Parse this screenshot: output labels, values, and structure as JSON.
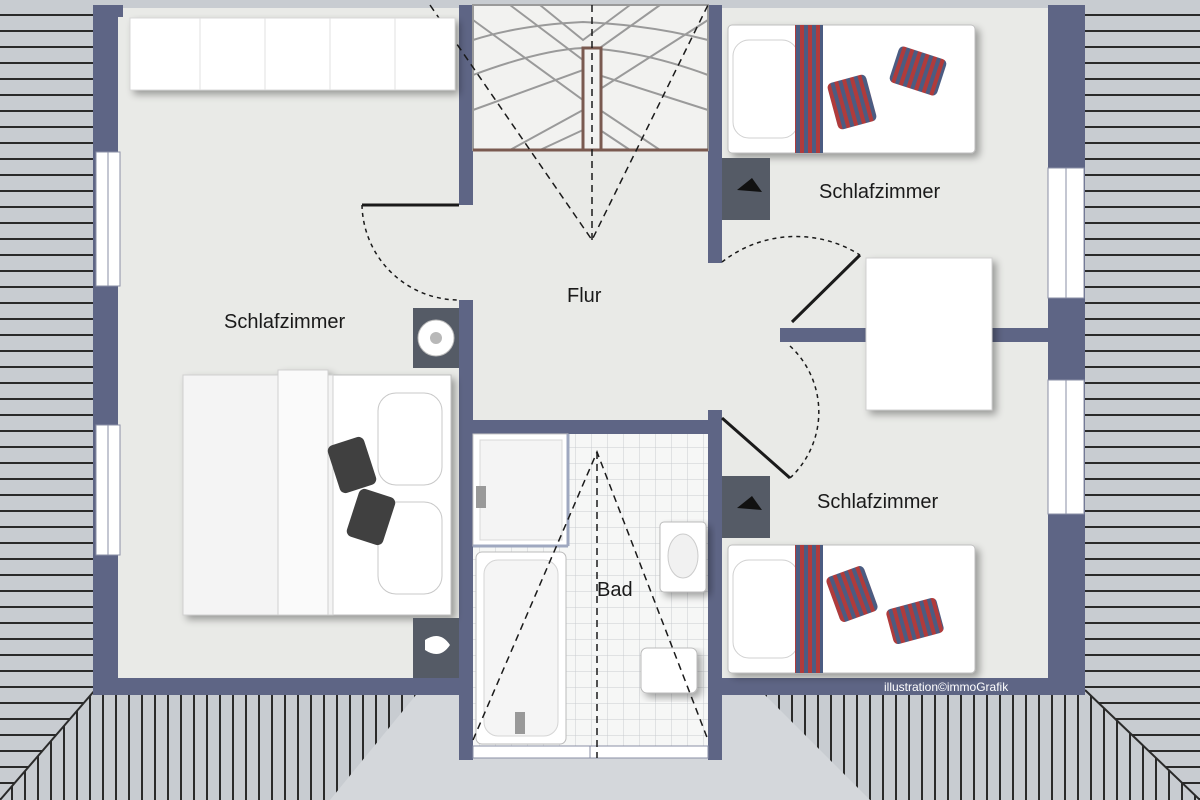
{
  "rooms": {
    "bedroom_left": "Schlafzimmer",
    "bedroom_top_right": "Schlafzimmer",
    "bedroom_bottom_right": "Schlafzimmer",
    "hallway": "Flur",
    "bathroom": "Bad"
  },
  "credit": "illustration©immoGrafik",
  "colors": {
    "wall": "#5e6585",
    "floor": "#e9eae7",
    "roof": "#c5c9ce",
    "roof_lines": "#2b2b2b",
    "pillow_stripe_red": "#b03a3a",
    "pillow_stripe_blue": "#4c5c82"
  }
}
